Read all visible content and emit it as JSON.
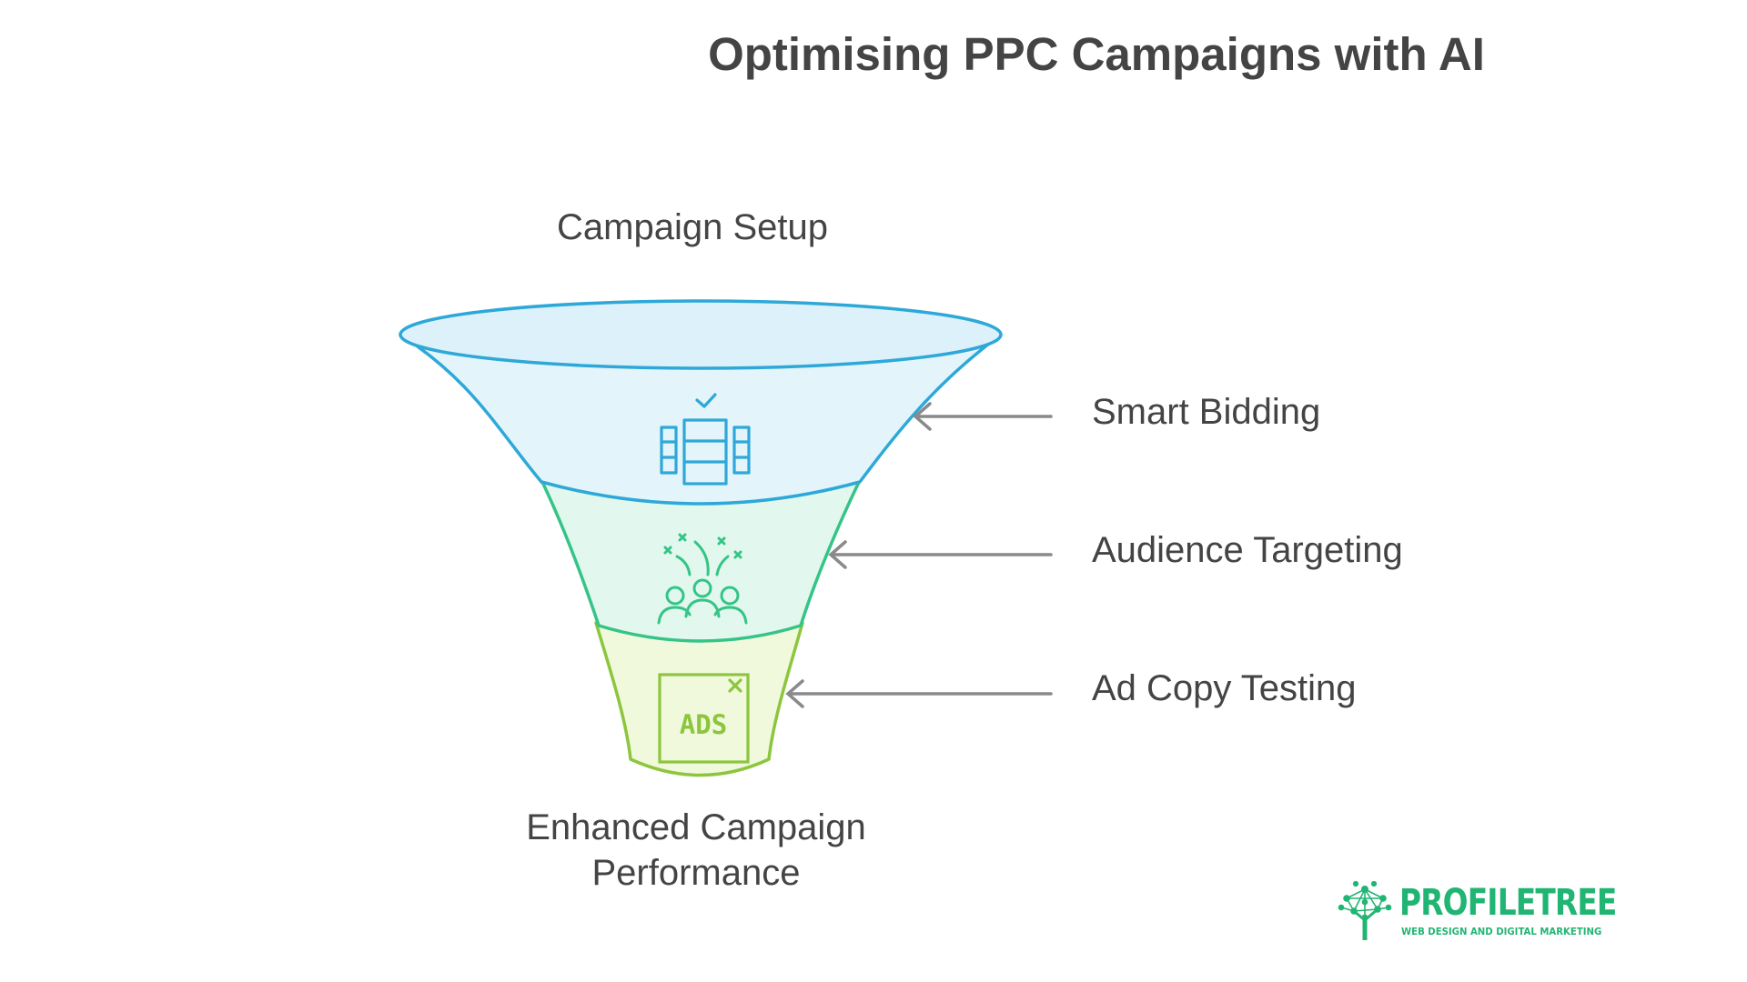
{
  "title": "Optimising PPC Campaigns with AI",
  "funnel": {
    "top_label": "Campaign Setup",
    "bottom_label": "Enhanced Campaign Performance",
    "stages": [
      {
        "label": "Smart Bidding",
        "icon": "server-rack-check-icon",
        "color": "#2ea8d8",
        "fill": "#e3f5fb"
      },
      {
        "label": "Audience Targeting",
        "icon": "audience-group-icon",
        "color": "#35c487",
        "fill": "#e2f8ee"
      },
      {
        "label": "Ad Copy Testing",
        "icon": "ads-box-icon",
        "color": "#8cc63e",
        "fill": "#f1f9dc",
        "icon_text": "ADS"
      }
    ]
  },
  "logo": {
    "name": "PROFILETREE",
    "tagline": "WEB DESIGN AND DIGITAL MARKETING",
    "color": "#21b573"
  }
}
